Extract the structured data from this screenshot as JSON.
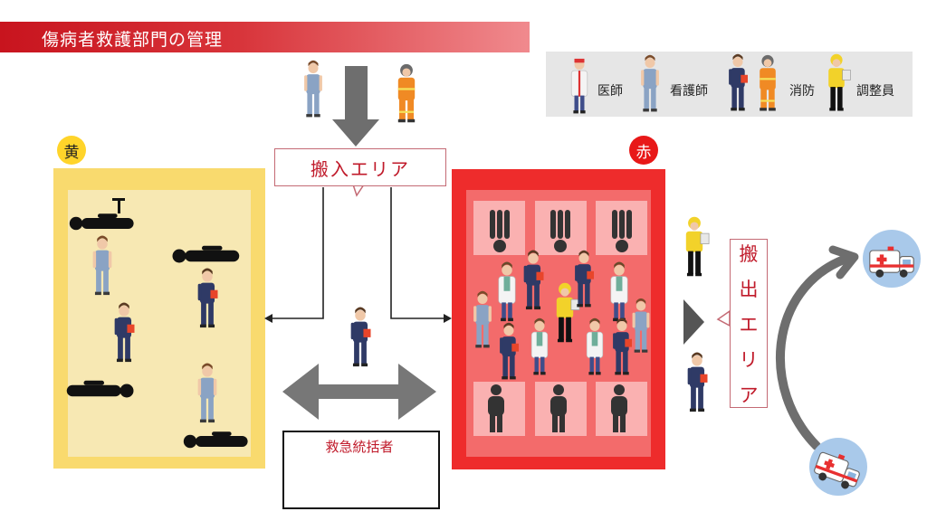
{
  "title": "傷病者救護部門の管理",
  "legend": {
    "doctor": "医師",
    "nurse": "看護師",
    "firefighter": "消防",
    "coordinator": "調整員"
  },
  "zones": {
    "yellow_badge": "黄",
    "red_badge": "赤",
    "carry_in": "搬入エリア",
    "carry_out_chars": [
      "搬",
      "出",
      "エ",
      "リ",
      "ア"
    ],
    "commander": "救急統括者"
  },
  "colors": {
    "title_red": "#c8141e",
    "yellow_zone": "#f9da6e",
    "red_zone": "#ee2c2c",
    "label_red": "#c01a2a",
    "nurse_blue": "#8aa3c4",
    "navy": "#2f3a66",
    "fire_orange": "#f08a24",
    "coord_yellow": "#f2d22a",
    "ambulance_circle": "#a9c9ea",
    "arrow_gray": "#6e6e6e"
  },
  "icons": [
    "nurse-figure-icon",
    "doctor-figure-icon",
    "firefighter-figure-icon",
    "coordinator-figure-icon",
    "lying-patient-icon",
    "standing-silhouette-icon",
    "ambulance-icon"
  ]
}
